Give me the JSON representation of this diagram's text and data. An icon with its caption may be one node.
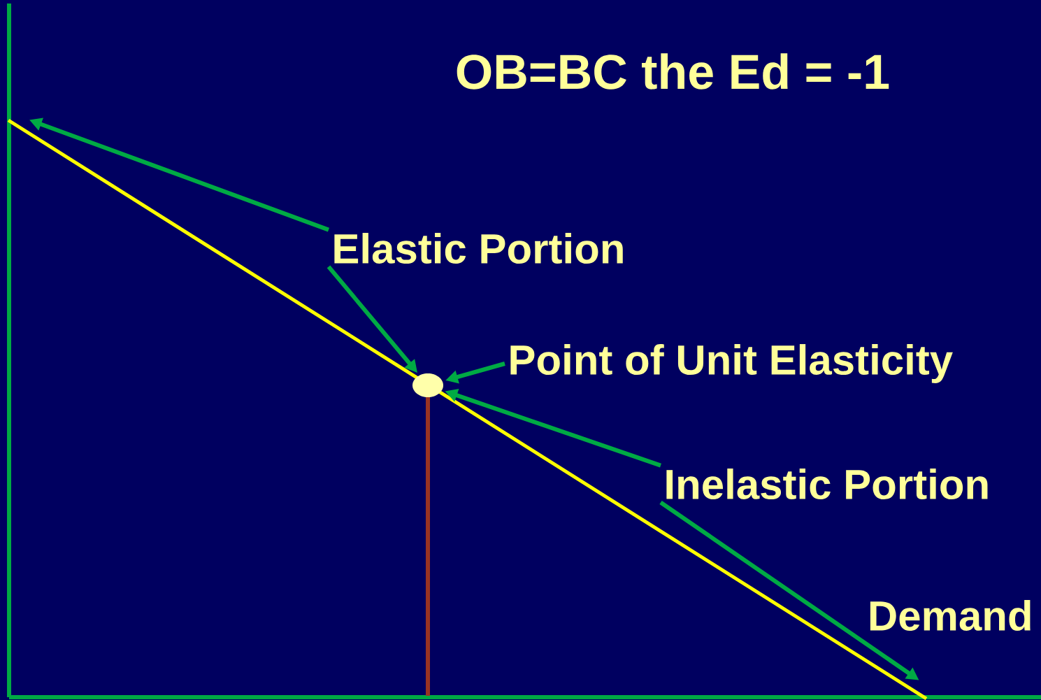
{
  "diagram": {
    "title": "OB=BC the Ed = -1",
    "nodes": [
      {
        "text": [
          "Elastic Portion"
        ]
      },
      {
        "text": [
          "Point of Unit Elasticity"
        ]
      },
      {
        "text": [
          "Inelastic Portion"
        ]
      },
      {
        "text": [],
        "shape": "circle"
      }
    ],
    "edges": [
      {
        "from": 0,
        "to": null,
        "arrow": "to"
      },
      {
        "from": 0,
        "to": 3,
        "arrow": "to"
      },
      {
        "from": 1,
        "to": 3,
        "arrow": "to"
      },
      {
        "from": 2,
        "to": 3,
        "arrow": "to"
      },
      {
        "from": 2,
        "to": null,
        "arrow": "to"
      }
    ],
    "labels": [
      "Demand"
    ]
  }
}
